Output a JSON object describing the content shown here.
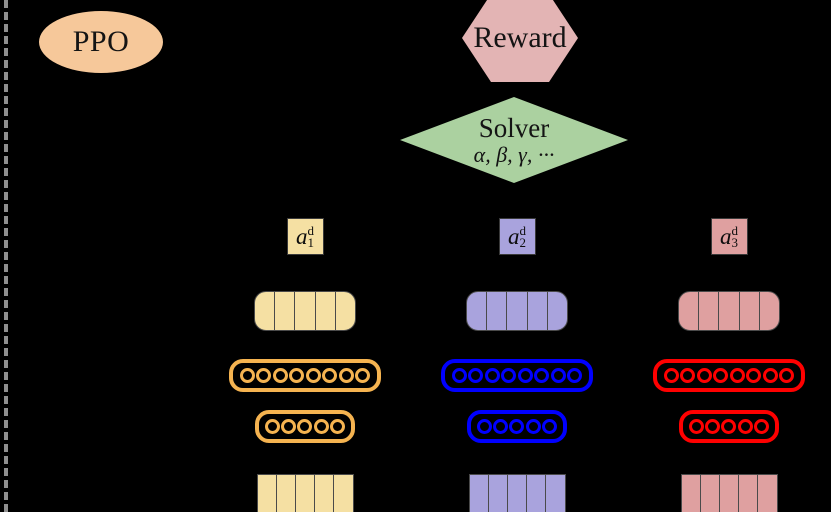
{
  "diagram": {
    "title": "PPO reinforcement-learning policy network diagram",
    "background_color": "#000000",
    "dashed_rule": {
      "name": "left-boundary-dashed-line",
      "color": "#8f8f8f"
    },
    "nodes": {
      "ppo": {
        "label": "PPO",
        "shape": "ellipse",
        "fill": "#f6c89a",
        "stroke": "#000000"
      },
      "reward": {
        "label": "Reward",
        "shape": "hexagon",
        "fill": "#e3b4b4"
      },
      "solver": {
        "label": "Solver",
        "params": "α, β, γ, ···",
        "shape": "diamond",
        "fill": "#abd1a0"
      }
    },
    "columns": [
      {
        "id": "col-1",
        "action_label": {
          "symbol": "a",
          "superscript": "d",
          "subscript": "1"
        },
        "fill": "#f5e0a3",
        "accent": "#f5b councils",
        "outline": "#f5b350",
        "divider": "#4a4a4a",
        "hidden_layer_wide_count": 8,
        "hidden_layer_narrow_count": 5,
        "top_bar_segments": 5,
        "bottom_bar_segments": 5
      },
      {
        "id": "col-2",
        "action_label": {
          "symbol": "a",
          "superscript": "d",
          "subscript": "2"
        },
        "fill": "#a9a3dd",
        "outline": "#0000ff",
        "divider": "#4a4a4a",
        "hidden_layer_wide_count": 8,
        "hidden_layer_narrow_count": 5,
        "top_bar_segments": 5,
        "bottom_bar_segments": 5
      },
      {
        "id": "col-3",
        "action_label": {
          "symbol": "a",
          "superscript": "d",
          "subscript": "3"
        },
        "fill": "#dfa0a0",
        "outline": "#ff0000",
        "divider": "#4a4a4a",
        "hidden_layer_wide_count": 8,
        "hidden_layer_narrow_count": 5,
        "top_bar_segments": 5,
        "bottom_bar_segments": 5
      }
    ]
  }
}
